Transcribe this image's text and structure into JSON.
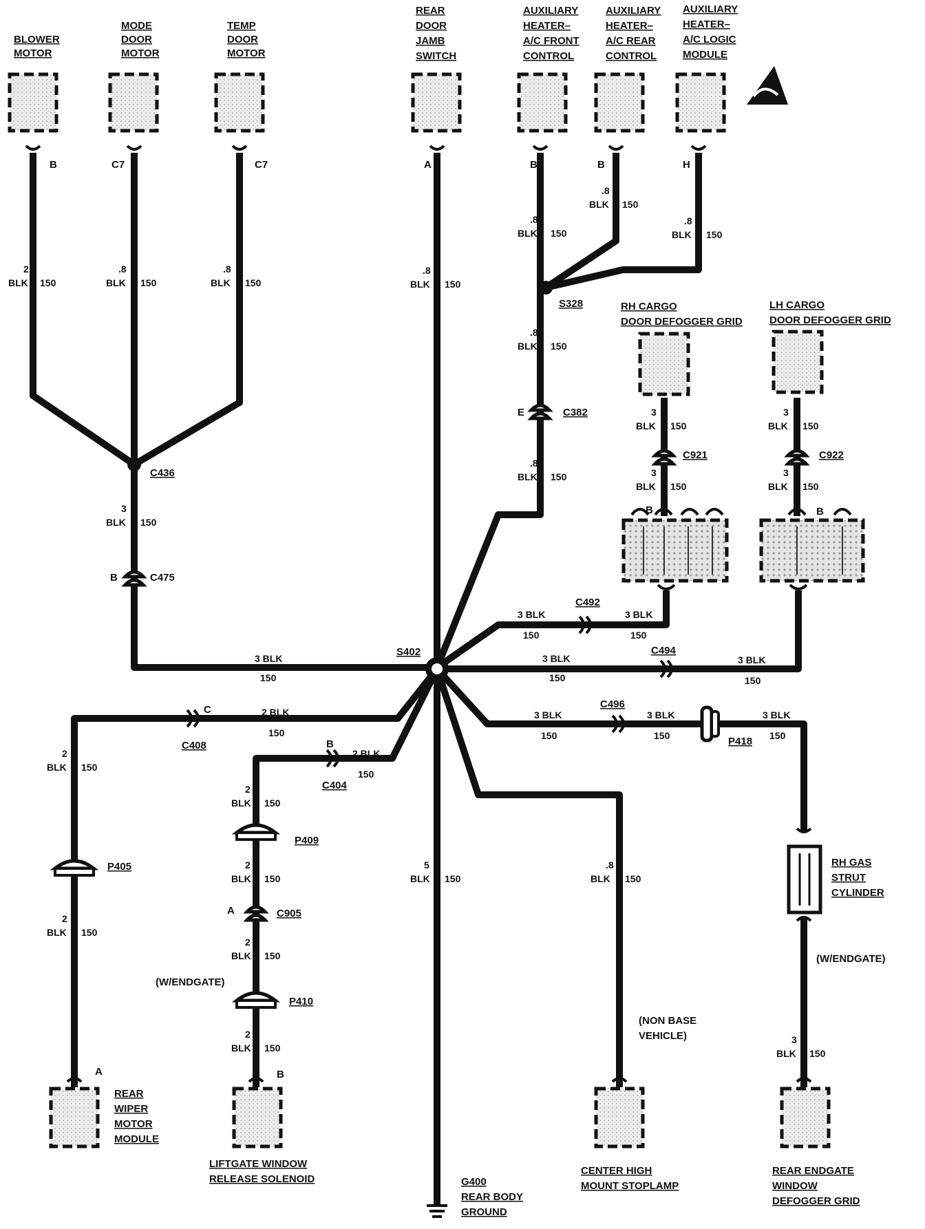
{
  "components": {
    "blower_motor": [
      "BLOWER",
      "MOTOR"
    ],
    "mode_door_motor": [
      "MODE",
      "DOOR",
      "MOTOR"
    ],
    "temp_door_motor": [
      "TEMP",
      "DOOR",
      "MOTOR"
    ],
    "rear_door_jamb_switch": [
      "REAR",
      "DOOR",
      "JAMB",
      "SWITCH"
    ],
    "aux_front_control": [
      "AUXILIARY",
      "HEATER–",
      "A/C FRONT",
      "CONTROL"
    ],
    "aux_rear_control": [
      "AUXILIARY",
      "HEATER–",
      "A/C REAR",
      "CONTROL"
    ],
    "aux_logic_module": [
      "AUXILIARY",
      "HEATER–",
      "A/C LOGIC",
      "MODULE"
    ],
    "rh_cargo_defogger": [
      "RH CARGO",
      "DOOR DEFOGGER GRID"
    ],
    "lh_cargo_defogger": [
      "LH CARGO",
      "DOOR DEFOGGER GRID"
    ],
    "rh_gas_strut": [
      "RH GAS",
      "STRUT",
      "CYLINDER"
    ],
    "rear_wiper_motor": [
      "REAR",
      "WIPER",
      "MOTOR",
      "MODULE"
    ],
    "liftgate_solenoid": [
      "LIFTGATE WINDOW",
      "RELEASE SOLENOID"
    ],
    "chmsl": [
      "CENTER HIGH",
      "MOUNT STOPLAMP"
    ],
    "rear_endgate_defogger": [
      "REAR ENDGATE",
      "WINDOW",
      "DEFOGGER GRID"
    ],
    "ground": [
      "G400",
      "REAR BODY",
      "GROUND"
    ]
  },
  "pins": {
    "blower": "B",
    "mode": "C7",
    "temp": "C7",
    "jamb": "A",
    "front": "B",
    "rear": "B",
    "logic": "H",
    "c382": "E",
    "c475": "B",
    "c408": "C",
    "c404": "B",
    "rh_cargo": "B",
    "lh_cargo": "B",
    "wiper": "A",
    "c905": "A",
    "solenoid": "B"
  },
  "connectors": {
    "c436": "C436",
    "c475": "C475",
    "s402": "S402",
    "s328": "S328",
    "c382": "C382",
    "c921": "C921",
    "c922": "C922",
    "c492": "C492",
    "c494": "C494",
    "c496": "C496",
    "p418": "P418",
    "c408": "C408",
    "c404": "C404",
    "p405": "P405",
    "p409": "P409",
    "c905": "C905",
    "p410": "P410"
  },
  "wires": {
    "size_2": "2",
    "size_8": ".8",
    "size_3": "3",
    "size_5": "5",
    "color_blk": "BLK",
    "circuit": "150",
    "three_blk": "3 BLK",
    "two_blk": "2 BLK"
  },
  "notes": {
    "w_endgate": "(W/ENDGATE)",
    "non_base": [
      "(NON BASE",
      "VEHICLE)"
    ]
  }
}
